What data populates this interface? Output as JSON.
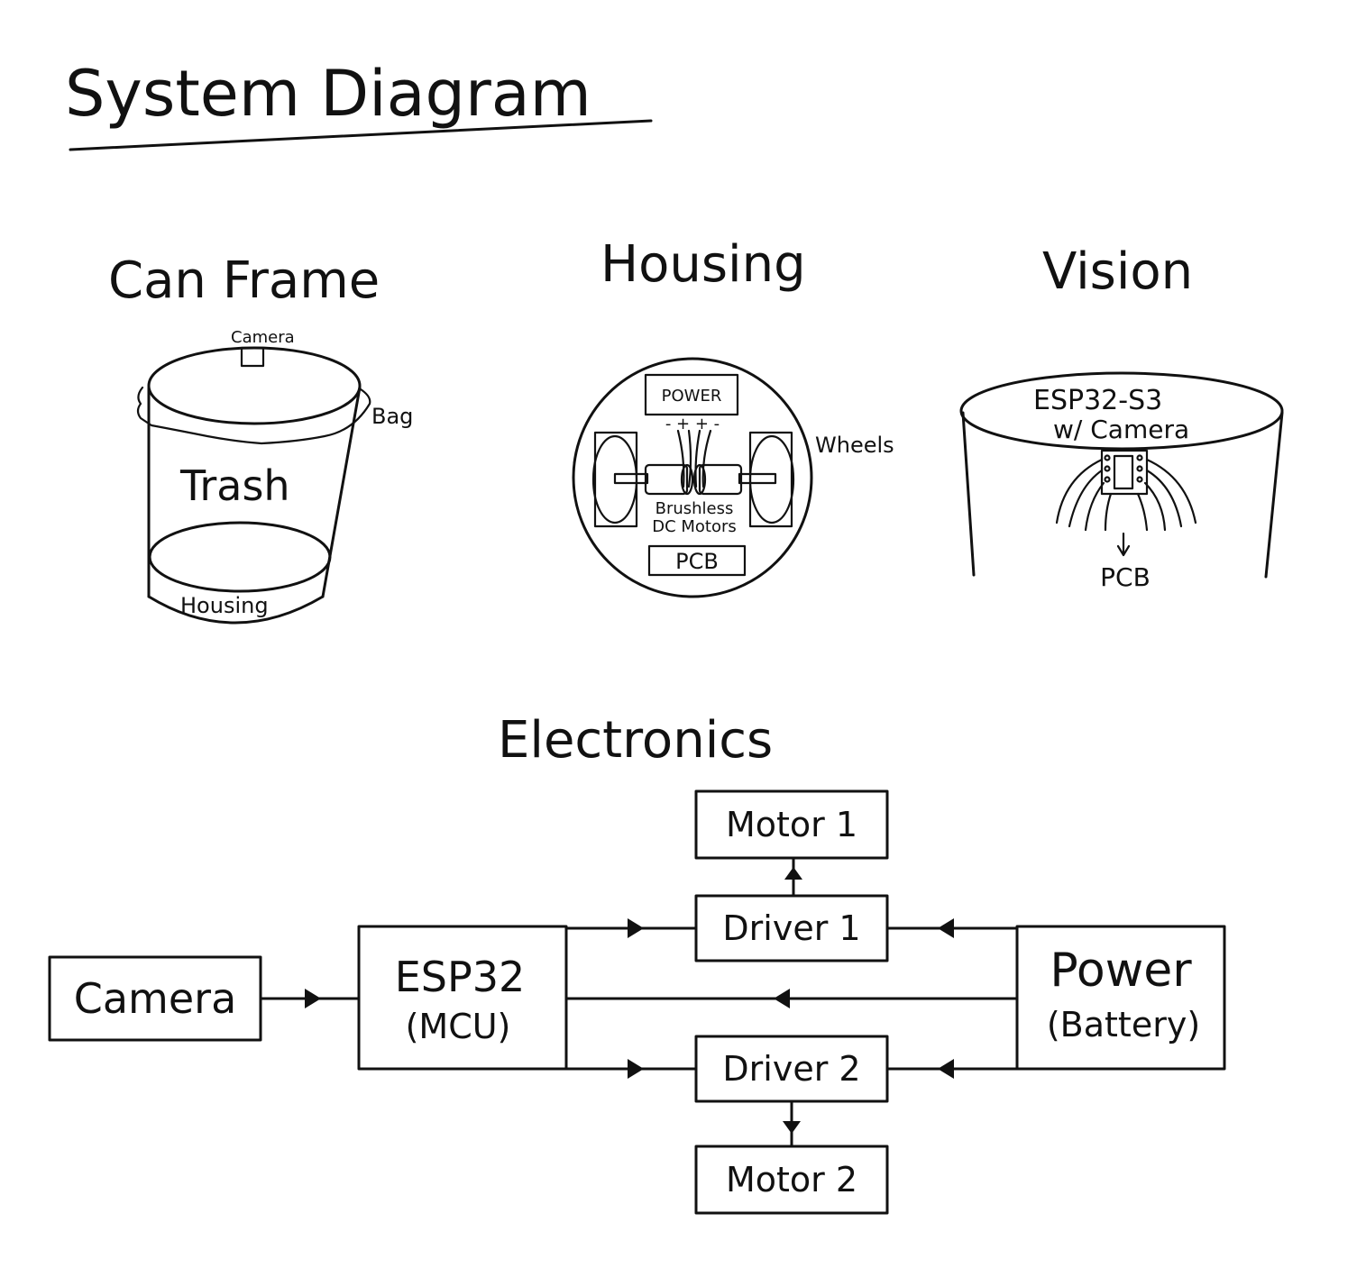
{
  "title": "System Diagram",
  "sections": {
    "can_frame": {
      "heading": "Can Frame",
      "labels": {
        "camera": "Camera",
        "bag": "Bag",
        "trash": "Trash",
        "housing": "Housing"
      }
    },
    "housing": {
      "heading": "Housing",
      "labels": {
        "power": "POWER",
        "polarity": "- + + -",
        "wheels": "Wheels",
        "motors_line1": "Brushless",
        "motors_line2": "DC Motors",
        "pcb": "PCB"
      }
    },
    "vision": {
      "heading": "Vision",
      "labels": {
        "board_line1": "ESP32-S3",
        "board_line2": "w/ Camera",
        "pcb": "PCB"
      }
    },
    "electronics": {
      "heading": "Electronics",
      "blocks": {
        "camera": "Camera",
        "mcu_line1": "ESP32",
        "mcu_line2": "(MCU)",
        "driver1": "Driver 1",
        "driver2": "Driver 2",
        "motor1": "Motor 1",
        "motor2": "Motor 2",
        "power_line1": "Power",
        "power_line2": "(Battery)"
      }
    }
  }
}
